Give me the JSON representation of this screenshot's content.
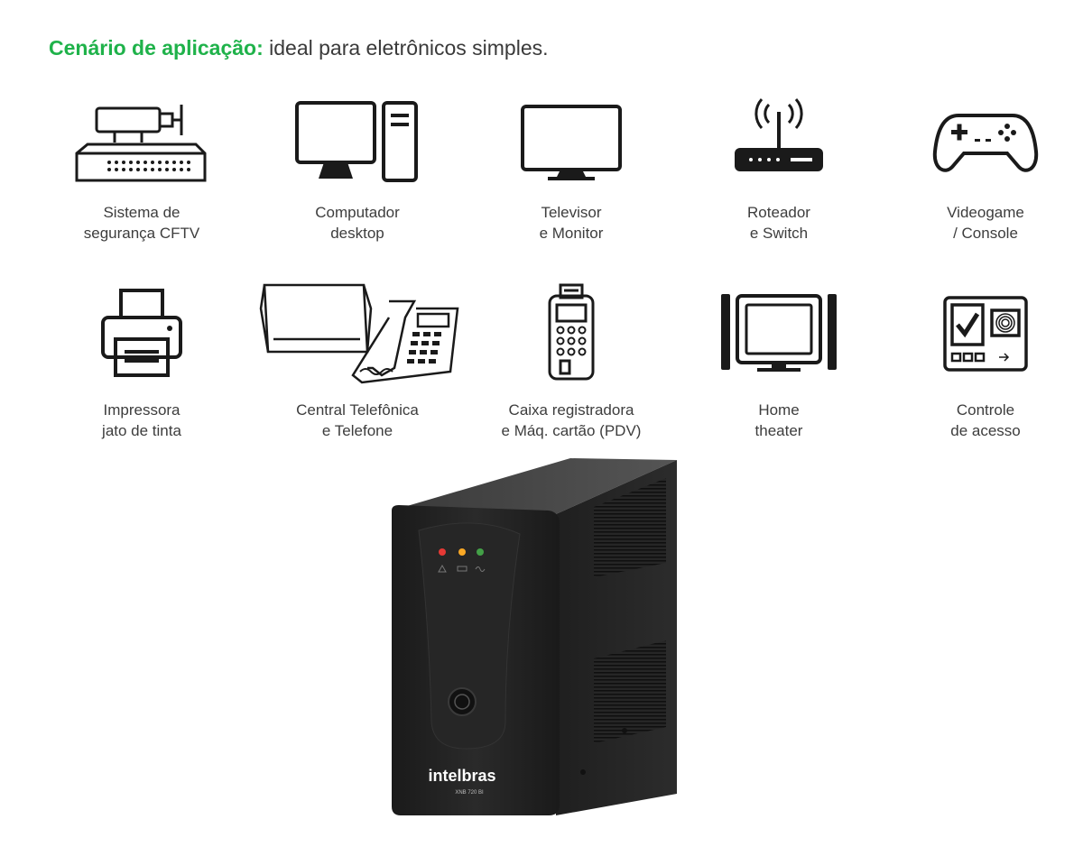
{
  "headline": {
    "lead": "Cenário de aplicação:",
    "rest": " ideal para eletrônicos simples."
  },
  "colors": {
    "accent": "#1fb24a",
    "text": "#3d3d3d",
    "icon": "#1a1a1a"
  },
  "devices_row1": [
    {
      "icon": "cctv-dvr-icon",
      "line1": "Sistema de",
      "line2": "segurança CFTV"
    },
    {
      "icon": "desktop-computer-icon",
      "line1": "Computador",
      "line2": "desktop"
    },
    {
      "icon": "tv-monitor-icon",
      "line1": "Televisor",
      "line2": "e Monitor"
    },
    {
      "icon": "router-icon",
      "line1": "Roteador",
      "line2": "e Switch"
    },
    {
      "icon": "gamepad-icon",
      "line1": "Videogame",
      "line2": "/ Console"
    }
  ],
  "devices_row2": [
    {
      "icon": "printer-icon",
      "line1": "Impressora",
      "line2": "jato de tinta"
    },
    {
      "icon": "pbx-telephone-icon",
      "line1": "Central Telefônica",
      "line2": "e Telefone"
    },
    {
      "icon": "pos-terminal-icon",
      "line1": "Caixa registradora",
      "line2": "e Máq. cartão (PDV)"
    },
    {
      "icon": "home-theater-icon",
      "line1": "Home",
      "line2": "theater"
    },
    {
      "icon": "access-control-icon",
      "line1": "Controle",
      "line2": "de acesso"
    }
  ],
  "product": {
    "brand": "intelbras",
    "model": "XNB 720 BI"
  }
}
